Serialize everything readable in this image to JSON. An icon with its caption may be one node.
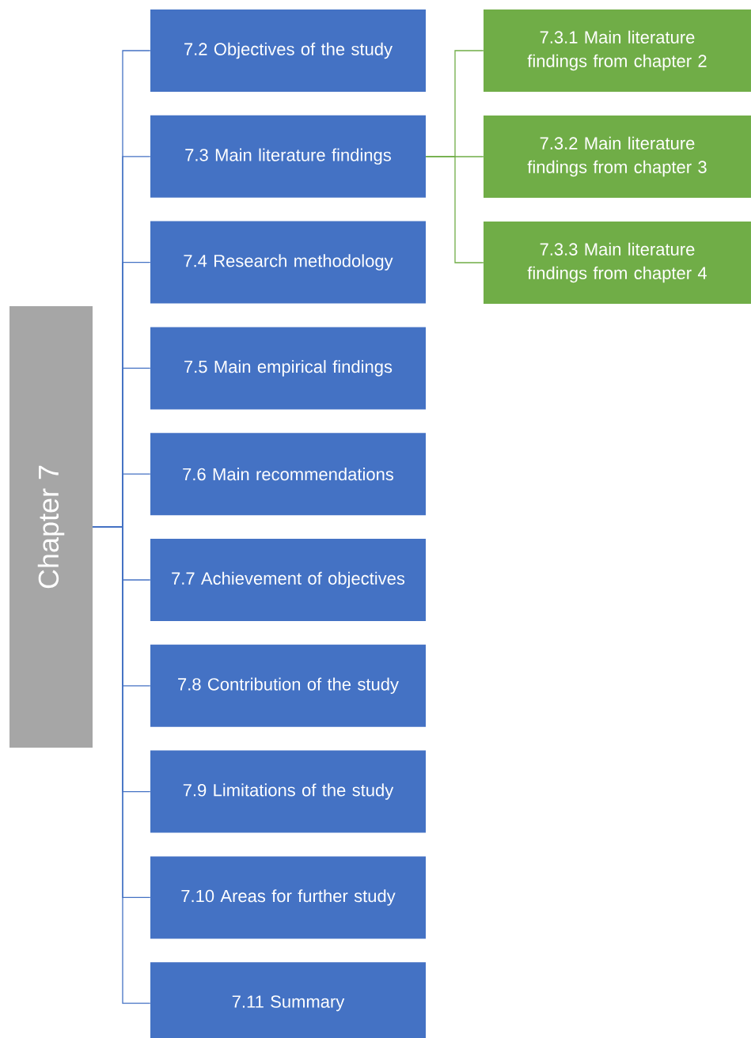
{
  "diagram": {
    "nodes": [
      {
        "text": [
          "Chapter 7"
        ]
      },
      {
        "text": [
          "7.2 Objectives of the study"
        ]
      },
      {
        "text": [
          "7.3 Main literature findings"
        ]
      },
      {
        "text": [
          "7.4 Research methodology"
        ]
      },
      {
        "text": [
          "7.5 Main empirical findings"
        ]
      },
      {
        "text": [
          "7.6 Main recommendations"
        ]
      },
      {
        "text": [
          "7.7 Achievement of objectives"
        ]
      },
      {
        "text": [
          "7.8 Contribution of the study"
        ]
      },
      {
        "text": [
          "7.9 Limitations of the study"
        ]
      },
      {
        "text": [
          "7.10 Areas for further study"
        ]
      },
      {
        "text": [
          "7.11 Summary"
        ]
      },
      {
        "text": [
          "7.3.1 Main literature findings from chapter 2"
        ]
      },
      {
        "text": [
          "7.3.2 Main literature findings from chapter 3"
        ]
      },
      {
        "text": [
          "7.3.3 Main literature findings from chapter 4"
        ]
      }
    ],
    "edges": [
      {
        "from": 0,
        "to": 1,
        "arrow": "none"
      },
      {
        "from": 0,
        "to": 2,
        "arrow": "none"
      },
      {
        "from": 0,
        "to": 3,
        "arrow": "none"
      },
      {
        "from": 0,
        "to": 4,
        "arrow": "none"
      },
      {
        "from": 0,
        "to": 5,
        "arrow": "none"
      },
      {
        "from": 0,
        "to": 6,
        "arrow": "none"
      },
      {
        "from": 0,
        "to": 7,
        "arrow": "none"
      },
      {
        "from": 0,
        "to": 8,
        "arrow": "none"
      },
      {
        "from": 0,
        "to": 9,
        "arrow": "none"
      },
      {
        "from": 0,
        "to": 10,
        "arrow": "none"
      },
      {
        "from": 2,
        "to": 11,
        "arrow": "none",
        "color": "#70ad47"
      },
      {
        "from": 2,
        "to": 12,
        "arrow": "none",
        "color": "#70ad47"
      },
      {
        "from": 2,
        "to": 13,
        "arrow": "none",
        "color": "#70ad47"
      }
    ]
  }
}
